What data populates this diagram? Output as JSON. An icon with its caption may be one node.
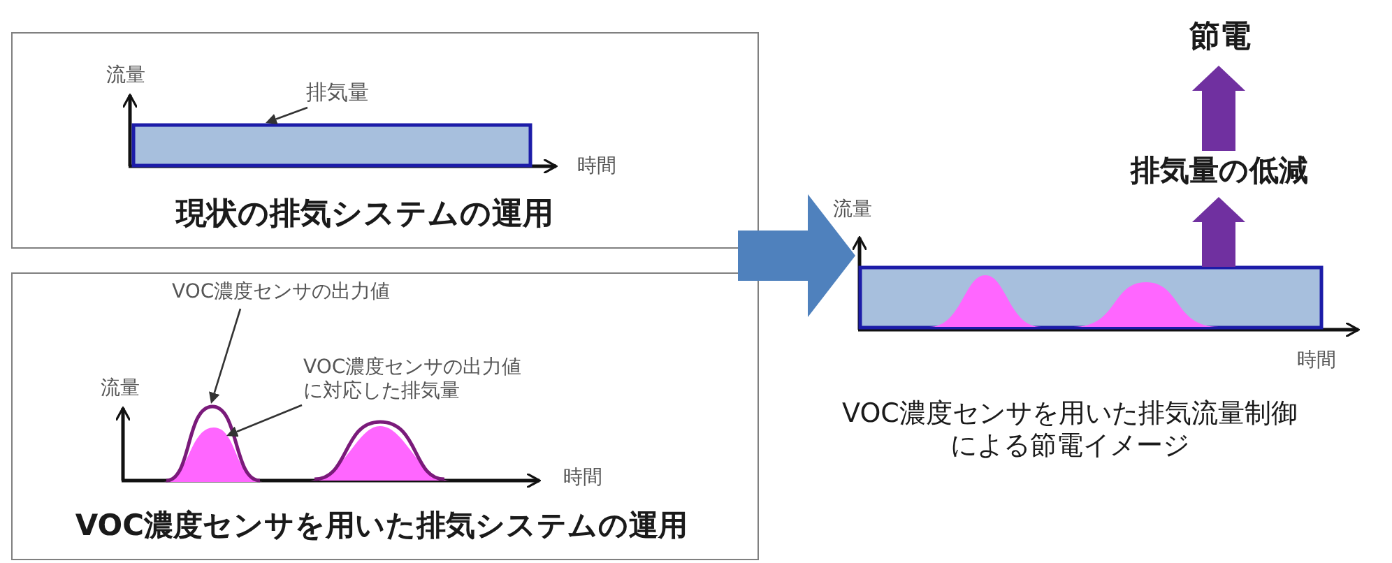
{
  "diagram": {
    "nodes": [
      {
        "text": [
          "現状の排気システムの運用"
        ]
      },
      {
        "text": [
          "排気量"
        ],
        "in": 0
      },
      {
        "text": [],
        "shape": "bar",
        "in": 0
      },
      {
        "text": [
          "VOC濃度センサを用いた排気システムの運用"
        ]
      },
      {
        "text": [
          "VOC濃度センサの出力値"
        ],
        "in": 3
      },
      {
        "text": [],
        "shape": "curve",
        "in": 3
      },
      {
        "text": [
          "VOC濃度センサの出力値に対応した排気量"
        ],
        "in": 3
      },
      {
        "text": [],
        "shape": "area",
        "in": 5
      },
      {
        "text": [],
        "shape": "bar"
      },
      {
        "text": [
          "排気量の低減"
        ]
      },
      {
        "text": [
          "節電"
        ]
      }
    ],
    "edges": [
      {
        "from": 1,
        "to": 2,
        "arrow": "to"
      },
      {
        "from": 4,
        "to": 5,
        "arrow": "to"
      },
      {
        "from": 6,
        "to": 7,
        "arrow": "to"
      },
      {
        "from": 0,
        "to": 8,
        "arrow": "to",
        "style": "thick",
        "color": "#4f81bd"
      },
      {
        "from": 8,
        "to": 9,
        "arrow": "to",
        "style": "thick",
        "color": "#7030a0"
      },
      {
        "from": 9,
        "to": 10,
        "arrow": "to",
        "style": "thick",
        "color": "#7030a0"
      }
    ],
    "labels": [
      "流量",
      "時間",
      "流量",
      "時間",
      "流量",
      "時間",
      "VOC濃度センサを用いた排気流量制御による節電イメージ"
    ]
  }
}
